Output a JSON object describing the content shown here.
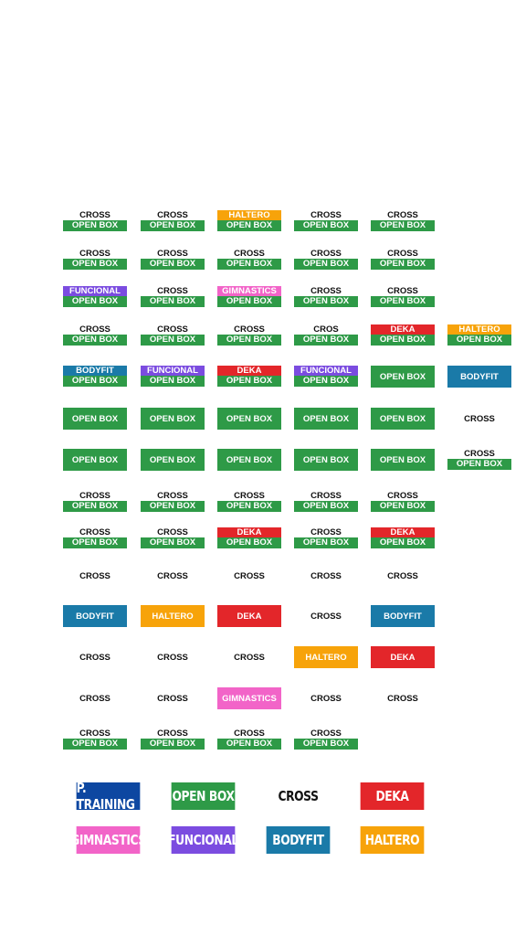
{
  "colors": {
    "open_box": "#2e9a47",
    "funcional": "#7b4ce0",
    "gimnastics": "#f264c8",
    "haltero": "#f7a30a",
    "deka": "#e3262a",
    "bodyfit": "#1a7aa8",
    "p_training": "#0d47a1"
  },
  "rows": [
    [
      {
        "top": "CROSS",
        "bottom": "OPEN BOX"
      },
      {
        "top": "CROSS",
        "bottom": "OPEN BOX"
      },
      {
        "top": "HALTERO",
        "top_color": "haltero",
        "bottom": "OPEN BOX"
      },
      {
        "top": "CROSS",
        "bottom": "OPEN BOX"
      },
      {
        "top": "CROSS",
        "bottom": "OPEN BOX"
      }
    ],
    [
      {
        "top": "CROSS",
        "bottom": "OPEN BOX"
      },
      {
        "top": "CROSS",
        "bottom": "OPEN BOX"
      },
      {
        "top": "CROSS",
        "bottom": "OPEN BOX"
      },
      {
        "top": "CROSS",
        "bottom": "OPEN BOX"
      },
      {
        "top": "CROSS",
        "bottom": "OPEN BOX"
      }
    ],
    [
      {
        "top": "FUNCIONAL",
        "top_color": "funcional",
        "bottom": "OPEN BOX"
      },
      {
        "top": "CROSS",
        "bottom": "OPEN BOX"
      },
      {
        "top": "GIMNASTICS",
        "top_color": "gimnastics",
        "bottom": "OPEN BOX"
      },
      {
        "top": "CROSS",
        "bottom": "OPEN BOX"
      },
      {
        "top": "CROSS",
        "bottom": "OPEN BOX"
      }
    ],
    [
      {
        "top": "CROSS",
        "bottom": "OPEN BOX"
      },
      {
        "top": "CROSS",
        "bottom": "OPEN BOX"
      },
      {
        "top": "CROSS",
        "bottom": "OPEN BOX"
      },
      {
        "top": "CROS",
        "bottom": "OPEN BOX"
      },
      {
        "top": "DEKA",
        "top_color": "deka",
        "bottom": "OPEN BOX"
      },
      {
        "top": "HALTERO",
        "top_color": "haltero",
        "bottom": "OPEN BOX"
      }
    ],
    [
      {
        "top": "BODYFIT",
        "top_color": "bodyfit",
        "bottom": "OPEN BOX"
      },
      {
        "top": "FUNCIONAL",
        "top_color": "funcional",
        "bottom": "OPEN BOX"
      },
      {
        "top": "DEKA",
        "top_color": "deka",
        "bottom": "OPEN BOX"
      },
      {
        "top": "FUNCIONAL",
        "top_color": "funcional",
        "bottom": "OPEN BOX"
      },
      {
        "single": "OPEN BOX",
        "color": "open_box"
      },
      {
        "single": "BODYFIT",
        "color": "bodyfit"
      }
    ],
    [
      {
        "single": "OPEN BOX",
        "color": "open_box"
      },
      {
        "single": "OPEN BOX",
        "color": "open_box"
      },
      {
        "single": "OPEN BOX",
        "color": "open_box"
      },
      {
        "single": "OPEN BOX",
        "color": "open_box"
      },
      {
        "single": "OPEN BOX",
        "color": "open_box"
      },
      {
        "single": "CROSS"
      }
    ],
    [
      {
        "single": "OPEN BOX",
        "color": "open_box"
      },
      {
        "single": "OPEN BOX",
        "color": "open_box"
      },
      {
        "single": "OPEN BOX",
        "color": "open_box"
      },
      {
        "single": "OPEN BOX",
        "color": "open_box"
      },
      {
        "single": "OPEN BOX",
        "color": "open_box"
      },
      {
        "top": "CROSS",
        "bottom": "OPEN BOX"
      }
    ],
    [
      {
        "top": "CROSS",
        "bottom": "OPEN BOX"
      },
      {
        "top": "CROSS",
        "bottom": "OPEN BOX"
      },
      {
        "top": "CROSS",
        "bottom": "OPEN BOX"
      },
      {
        "top": "CROSS",
        "bottom": "OPEN BOX"
      },
      {
        "top": "CROSS",
        "bottom": "OPEN BOX"
      }
    ],
    [
      {
        "top": "CROSS",
        "bottom": "OPEN BOX"
      },
      {
        "top": "CROSS",
        "bottom": "OPEN BOX"
      },
      {
        "top": "DEKA",
        "top_color": "deka",
        "bottom": "OPEN BOX"
      },
      {
        "top": "CROSS",
        "bottom": "OPEN BOX"
      },
      {
        "top": "DEKA",
        "top_color": "deka",
        "bottom": "OPEN BOX"
      }
    ],
    [
      {
        "single": "CROSS"
      },
      {
        "single": "CROSS"
      },
      {
        "single": "CROSS"
      },
      {
        "single": "CROSS"
      },
      {
        "single": "CROSS"
      }
    ],
    [
      {
        "single": "BODYFIT",
        "color": "bodyfit"
      },
      {
        "single": "HALTERO",
        "color": "haltero"
      },
      {
        "single": "DEKA",
        "color": "deka"
      },
      {
        "single": "CROSS"
      },
      {
        "single": "BODYFIT",
        "color": "bodyfit"
      }
    ],
    [
      {
        "single": "CROSS"
      },
      {
        "single": "CROSS"
      },
      {
        "single": "CROSS"
      },
      {
        "single": "HALTERO",
        "color": "haltero"
      },
      {
        "single": "DEKA",
        "color": "deka"
      }
    ],
    [
      {
        "single": "CROSS"
      },
      {
        "single": "CROSS"
      },
      {
        "single": "GIMNASTICS",
        "color": "gimnastics"
      },
      {
        "single": "CROSS"
      },
      {
        "single": "CROSS"
      }
    ],
    [
      {
        "top": "CROSS",
        "bottom": "OPEN BOX"
      },
      {
        "top": "CROSS",
        "bottom": "OPEN BOX"
      },
      {
        "top": "CROSS",
        "bottom": "OPEN BOX"
      },
      {
        "top": "CROSS",
        "bottom": "OPEN BOX"
      }
    ]
  ],
  "legend": [
    {
      "label": "P. TRAINING",
      "color": "p_training"
    },
    {
      "label": "OPEN BOX",
      "color": "open_box"
    },
    {
      "label": "CROSS"
    },
    {
      "label": "DEKA",
      "color": "deka"
    },
    {
      "label": "GIMNASTICS",
      "color": "gimnastics"
    },
    {
      "label": "FUNCIONAL",
      "color": "funcional"
    },
    {
      "label": "BODYFIT",
      "color": "bodyfit"
    },
    {
      "label": "HALTERO",
      "color": "haltero"
    }
  ]
}
